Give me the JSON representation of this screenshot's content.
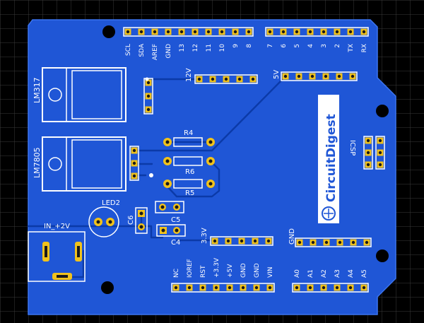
{
  "board": {
    "colors": {
      "background": "#000000",
      "grid": "#3a3a3a",
      "board": "#1f56d6",
      "board_edge": "#3b74f0",
      "trace": "#0b3aa8",
      "silk": "#ffffff",
      "pad": "#f1c21b",
      "pad_hole": "#1a1a1a"
    },
    "logo": {
      "text": "CircuitDigest"
    },
    "header_top_left": {
      "pins": [
        "SCL",
        "SDA",
        "AREF",
        "GND",
        "13",
        "12",
        "11",
        "10",
        "9",
        "8"
      ]
    },
    "header_top_right": {
      "pins": [
        "7",
        "6",
        "5",
        "4",
        "3",
        "2",
        "TX",
        "RX"
      ]
    },
    "header_bottom_left": {
      "pins": [
        "NC",
        "IOREF",
        "RST",
        "+3.3V",
        "+5V",
        "GND",
        "GND",
        "VIN"
      ]
    },
    "header_bottom_right": {
      "pins": [
        "A0",
        "A1",
        "A2",
        "A3",
        "A4",
        "A5"
      ]
    },
    "rails": {
      "v12": "12V",
      "v5": "5V",
      "v33": "3.3V",
      "gnd": "GND",
      "input": "IN_+2V"
    },
    "components": {
      "lm317": "LM317",
      "lm7805": "LM7805",
      "r4": "R4",
      "r5": "R5",
      "r6": "R6",
      "c4": "C4",
      "c5": "C5",
      "c6": "C6",
      "led2": "LED2",
      "icsp": "ICSP"
    }
  }
}
